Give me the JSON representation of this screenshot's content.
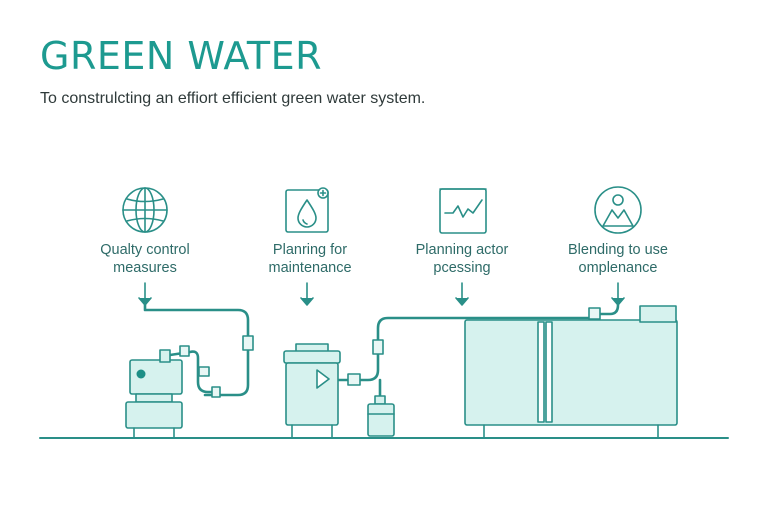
{
  "header": {
    "title": "GREEN WATER",
    "subtitle": "To construlcting an effiort efficient green water system."
  },
  "steps": [
    {
      "icon": "globe-icon",
      "line1": "Qualty control",
      "line2": "measures"
    },
    {
      "icon": "water-drop-icon",
      "line1": "Planring for",
      "line2": "maintenance"
    },
    {
      "icon": "waveform-monitor-icon",
      "line1": "Planning actor",
      "line2": "pcessing"
    },
    {
      "icon": "person-mountain-icon",
      "line1": "Blending to use",
      "line2": "omplenance"
    }
  ],
  "colors": {
    "accent": "#1d9a90",
    "stroke": "#2a8f88",
    "equipment_fill": "#d6f2ee",
    "text": "#2f3a3a"
  }
}
